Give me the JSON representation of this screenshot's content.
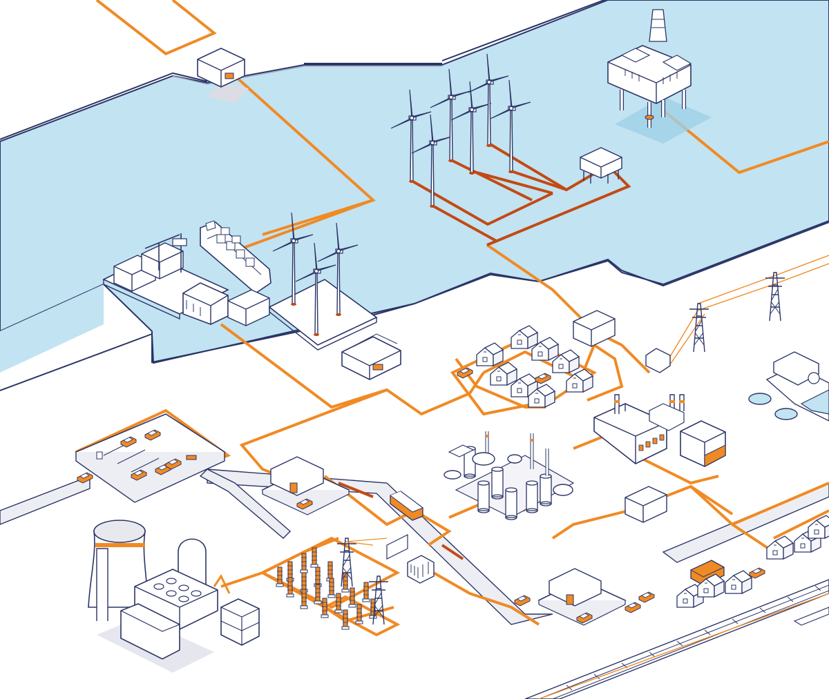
{
  "illustration": {
    "colors": {
      "sea": "#c2e3f1",
      "land": "#ffffff",
      "outline": "#2a3466",
      "energy_line": "#f08a24",
      "energy_line_dark": "#c24a14",
      "road": "#e9e9ee",
      "building": "#ffffff",
      "shadow": "#dcdde4"
    },
    "elements": [
      "offshore-wind-farm",
      "offshore-platform",
      "coastal-substation",
      "harbor-with-container-ship",
      "nearshore-wind-turbines",
      "converter-station",
      "residential-village",
      "transmission-pylons",
      "water-treatment-plant",
      "industrial-plant",
      "refinery",
      "parking-lot-with-ev-charging",
      "fuel-and-charging-station",
      "electric-bus",
      "nuclear-power-plant",
      "switchyard",
      "railway",
      "electric-truck"
    ]
  }
}
